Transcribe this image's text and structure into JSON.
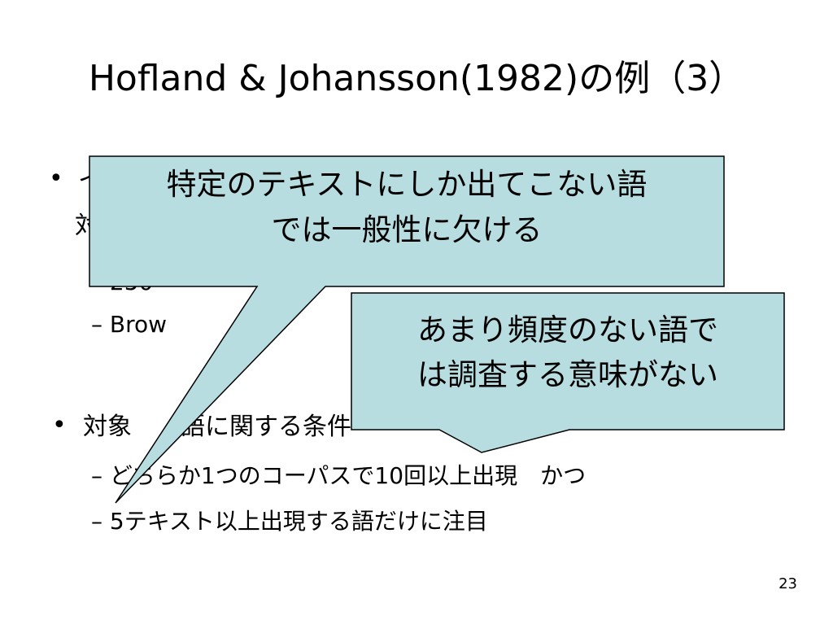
{
  "slide": {
    "title": "Hofland & Johansson(1982)の例（3）",
    "page_number": "23"
  },
  "bullets": [
    {
      "dot": "•",
      "lines": [
        "イ",
        "対"
      ],
      "subitems": [
        "– 250",
        "– Brow"
      ]
    },
    {
      "dot": "•",
      "text": "対象",
      "text_tail": "語に関する条件",
      "subitems": [
        "– どちらか1つのコーパスで10回以上出現　かつ",
        "– 5テキスト以上出現する語だけに注目"
      ]
    }
  ],
  "callouts": [
    {
      "lines": [
        "特定のテキストにしか出てこない語",
        "では一般性に欠ける"
      ],
      "fill": "#b7dde0",
      "stroke": "#000000"
    },
    {
      "lines": [
        "あまり頻度のない語で",
        "は調査する意味がない"
      ],
      "fill": "#b7dde0",
      "stroke": "#000000"
    }
  ]
}
